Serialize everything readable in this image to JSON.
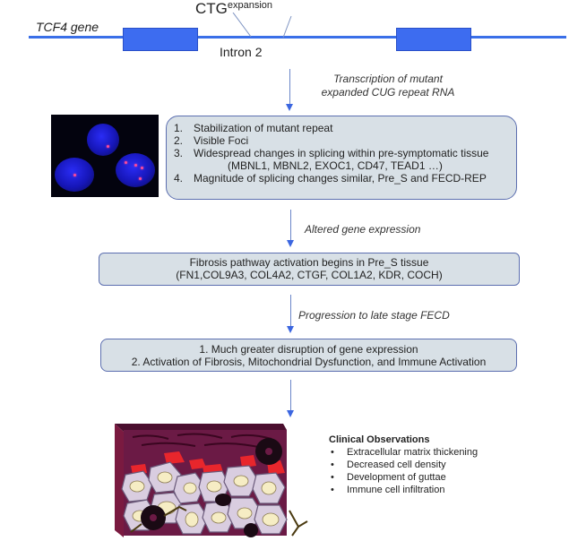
{
  "gene": {
    "label": "TCF4 gene",
    "ctg_main": "CTG",
    "ctg_super": "expansion",
    "intron_label": "Intron 2"
  },
  "arrows": {
    "transcription": [
      "Transcription of mutant",
      "expanded CUG repeat RNA"
    ],
    "altered": "Altered gene expression",
    "progression": "Progression to late stage FECD"
  },
  "box1": {
    "items": [
      {
        "num": "1.",
        "text": "Stabilization of mutant repeat"
      },
      {
        "num": "2.",
        "text": "Visible Foci"
      },
      {
        "num": "3.",
        "text": "Widespread changes in splicing within pre-symptomatic tissue"
      },
      {
        "num": "",
        "text": "(MBNL1, MBNL2, EXOC1, CD47, TEAD1 …)"
      },
      {
        "num": "4.",
        "text": "Magnitude of splicing changes similar, Pre_S and FECD-REP"
      }
    ]
  },
  "box2": {
    "line1": "Fibrosis pathway activation begins in Pre_S tissue",
    "line2": "(FN1,COL9A3, COL4A2, CTGF, COL1A2, KDR, COCH)"
  },
  "box3": {
    "line1": "1. Much greater disruption of gene expression",
    "line2": "2. Activation of Fibrosis, Mitochondrial Dysfunction, and Immune Activation"
  },
  "clinical": {
    "title": "Clinical Observations",
    "bullet": "•",
    "items": [
      "Extracellular matrix thickening",
      "Decreased cell density",
      "Development of guttae",
      "Immune cell infiltration"
    ]
  },
  "colors": {
    "gene_blue": "#3d6cf0",
    "box_fill": "#d8e0e6",
    "box_border": "#5c6fb0",
    "tissue_matrix": "#6b1a45",
    "guttae_red": "#e8262c",
    "cell_lavender": "#d9cde0",
    "nucleus_cream": "#f6edc4"
  }
}
